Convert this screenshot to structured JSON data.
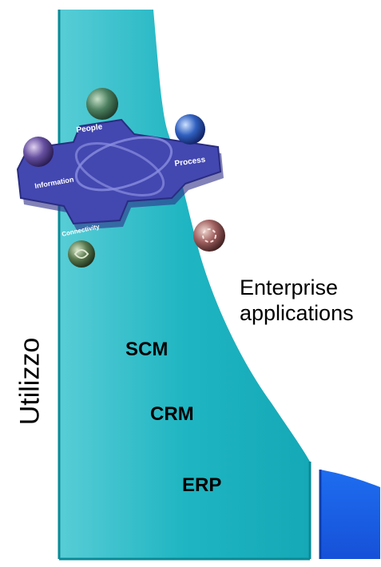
{
  "axis": {
    "ylabel": "Utilizzo"
  },
  "curve": {
    "label_line1": "Enterprise",
    "label_line2": "applications"
  },
  "apps": {
    "scm": "SCM",
    "crm": "CRM",
    "erp": "ERP"
  },
  "platform": {
    "people": "People",
    "process": "Process",
    "information": "Information",
    "connectivity": "Connectivity"
  },
  "icons": [
    "people-globe-icon",
    "process-globe-icon",
    "information-globe-icon",
    "connectivity-plug-icon",
    "module-sphere-icon"
  ],
  "colors": {
    "teal": "#22b8c4",
    "blue": "#1a5ee8",
    "platform": "#3b40a8"
  }
}
